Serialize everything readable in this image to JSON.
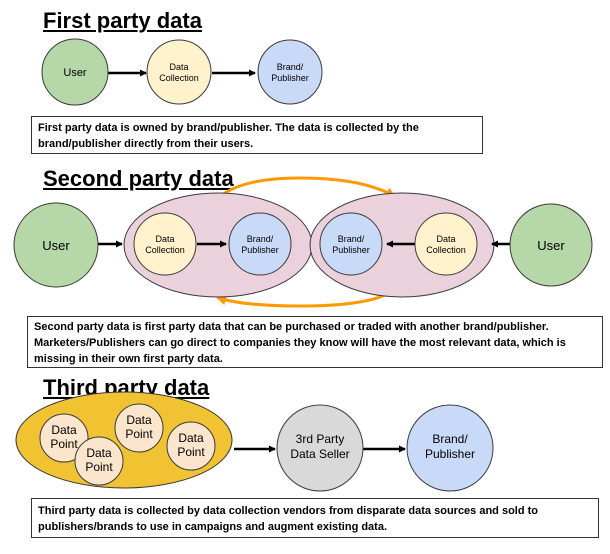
{
  "first_party": {
    "heading": "First party data",
    "user": [
      "User"
    ],
    "collection": [
      "Data",
      "Collection"
    ],
    "brand": [
      "Brand/",
      "Publisher"
    ],
    "description": "First party data is owned by brand/publisher. The data is collected by the brand/publisher directly from their users."
  },
  "second_party": {
    "heading": "Second party data",
    "user_left": [
      "User"
    ],
    "collection_left": [
      "Data",
      "Collection"
    ],
    "brand_left": [
      "Brand/",
      "Publisher"
    ],
    "brand_right": [
      "Brand/",
      "Publisher"
    ],
    "collection_right": [
      "Data",
      "Collection"
    ],
    "user_right": [
      "User"
    ],
    "description": "Second party data is first party data that can be purchased or traded with another brand/publisher. Marketers/Publishers can go direct to companies they know will have the most relevant data, which is missing in their own first party data."
  },
  "third_party": {
    "heading": "Third party data",
    "points": [
      [
        "Data",
        "Point"
      ],
      [
        "Data",
        "Point"
      ],
      [
        "Data",
        "Point"
      ],
      [
        "Data",
        "Point"
      ]
    ],
    "seller": [
      "3rd Party",
      "Data Seller"
    ],
    "brand": [
      "Brand/",
      "Publisher"
    ],
    "description": "Third party data is collected by data collection vendors from disparate data sources and sold to publishers/brands to use in campaigns and augment existing data."
  },
  "colors": {
    "user_green": "#b6d7a8",
    "user_border": "#3a3a3a",
    "collection_yellow": "#fff2cc",
    "brand_blue": "#c9daf8",
    "container_pink": "#ead1dc",
    "third_container": "#f1c232",
    "point_fill": "#fce5cd",
    "seller_gray": "#d9d9d9",
    "exchange_orange": "#ff9900"
  }
}
